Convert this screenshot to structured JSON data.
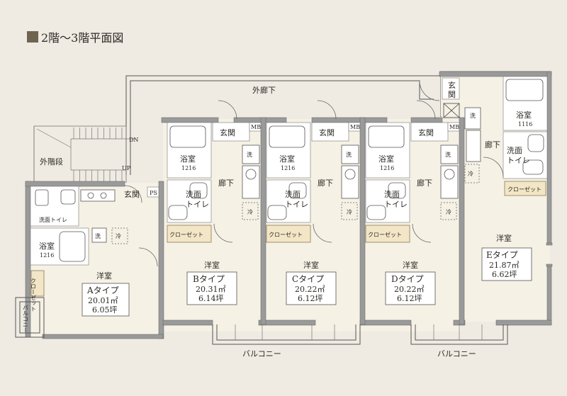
{
  "title": "2階～3階平面図",
  "common": {
    "outer_corridor": "外廊下",
    "outer_stairs": "外階段",
    "dn": "DN",
    "up": "UP",
    "balcony": "バルコニー",
    "balcony_vertical": "バルコニー",
    "ps": "PS",
    "mb": "MB"
  },
  "units": {
    "A": {
      "type": "Aタイプ",
      "area_m2": "20.01㎡",
      "area_tsubo": "6.05坪",
      "room": "洋室",
      "bath": "浴室",
      "bath_size": "1216",
      "washroom": "洗面トイレ",
      "entry": "玄関",
      "wash": "洗",
      "fridge": "冷",
      "closet": "クローゼット"
    },
    "B": {
      "type": "Bタイプ",
      "area_m2": "20.31㎡",
      "area_tsubo": "6.14坪",
      "room": "洋室",
      "bath": "浴室",
      "bath_size": "1216",
      "washroom_1": "洗面",
      "washroom_2": "トイレ",
      "entry": "玄関",
      "hall": "廊下",
      "wash": "洗",
      "fridge": "冷",
      "closet": "クローゼット"
    },
    "C": {
      "type": "Cタイプ",
      "area_m2": "20.22㎡",
      "area_tsubo": "6.12坪",
      "room": "洋室",
      "bath": "浴室",
      "bath_size": "1216",
      "washroom_1": "洗面",
      "washroom_2": "トイレ",
      "entry": "玄関",
      "hall": "廊下",
      "wash": "洗",
      "fridge": "冷",
      "closet": "クローゼット"
    },
    "D": {
      "type": "Dタイプ",
      "area_m2": "20.22㎡",
      "area_tsubo": "6.12坪",
      "room": "洋室",
      "bath": "浴室",
      "bath_size": "1216",
      "washroom_1": "洗面",
      "washroom_2": "トイレ",
      "entry": "玄関",
      "hall": "廊下",
      "wash": "洗",
      "fridge": "冷",
      "closet": "クローゼット"
    },
    "E": {
      "type": "Eタイプ",
      "area_m2": "21.87㎡",
      "area_tsubo": "6.62坪",
      "room": "洋室",
      "bath": "浴室",
      "bath_size": "1116",
      "washroom_1": "洗面",
      "washroom_2": "トイレ",
      "entry_1": "玄",
      "entry_2": "関",
      "hall": "廊下",
      "wash": "洗",
      "fridge": "冷",
      "closet": "クローゼット"
    }
  }
}
